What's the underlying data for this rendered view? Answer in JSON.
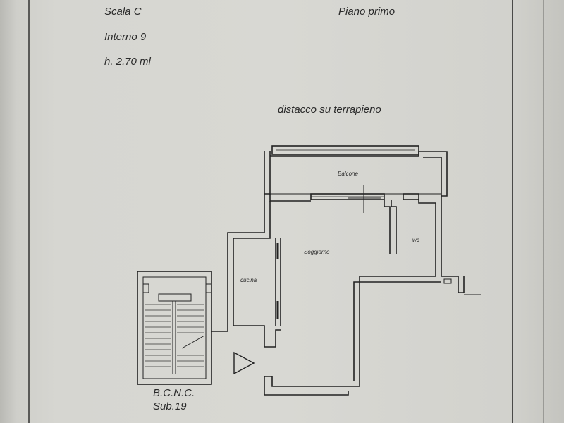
{
  "header": {
    "scala": "Scala C",
    "interno": "Interno 9",
    "altezza": "h. 2,70 ml",
    "piano": "Piano primo"
  },
  "plan": {
    "distacco": "distacco su terrapieno",
    "rooms": {
      "balcone": "Balcone",
      "soggiorno": "Soggiorno",
      "wc": "wc",
      "cucina": "cucina"
    },
    "bcnc": "B.C.N.C.",
    "sub": "Sub.19"
  }
}
